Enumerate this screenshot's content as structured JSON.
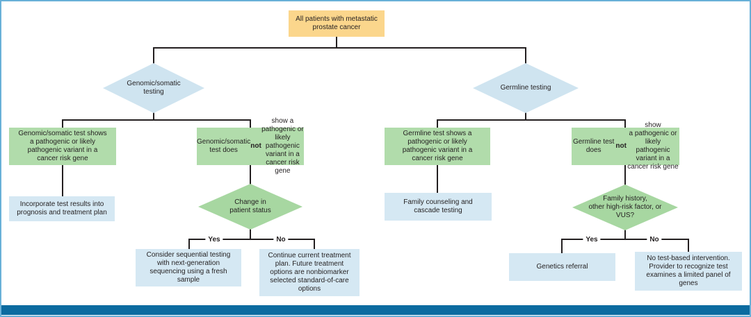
{
  "colors": {
    "root_fill": "#fbd68c",
    "decision_diamond_fill": "#cfe4f0",
    "result_box_fill": "#b1dcab",
    "sub_decision_diamond_fill": "#a7d7a1",
    "action_box_fill": "#d5e8f3",
    "line_color": "#231f20",
    "footer_bar_color": "#0c6ba0",
    "frame_border_color": "#68b0d8"
  },
  "root_node": {
    "text": "All patients with metastatic\nprostate cancer"
  },
  "somatic_branch": {
    "decision": {
      "text": "Genomic/somatic\ntesting"
    },
    "positive_result": {
      "text": "Genomic/somatic test shows\na pathogenic or likely\npathogenic variant in a\ncancer risk gene"
    },
    "positive_action": {
      "text": "Incorporate test results into\nprognosis and treatment plan"
    },
    "negative_result": {
      "pre": "Genomic/somatic test does\n",
      "bold": "not",
      "post": " show a pathogenic or\nlikely pathogenic variant in a\ncancer risk gene"
    },
    "status_decision": {
      "text": "Change in\npatient status",
      "yes_label": "Yes",
      "no_label": "No"
    },
    "yes_action": {
      "text": "Consider sequential testing\nwith next-generation\nsequencing using a fresh\nsample"
    },
    "no_action": {
      "text": "Continue current treatment\nplan. Future treatment\noptions are nonbiomarker\nselected standard-of-care\noptions"
    }
  },
  "germline_branch": {
    "decision": {
      "text": "Germline testing"
    },
    "positive_result": {
      "text": "Germline test shows a\npathogenic or likely\npathogenic variant in a\ncancer risk gene"
    },
    "positive_action": {
      "text": "Family counseling and\ncascade testing"
    },
    "negative_result": {
      "pre": "Germline test does ",
      "bold": "not",
      "post": " show\na pathogenic or likely\npathogenic variant in a\ncancer risk gene"
    },
    "risk_decision": {
      "text": "Family history,\nother high-risk factor, or\nVUS?",
      "yes_label": "Yes",
      "no_label": "No"
    },
    "yes_action": {
      "text": "Genetics referral"
    },
    "no_action": {
      "text": "No test-based intervention.\nProvider to recognize test\nexamines a limited panel of\ngenes"
    }
  }
}
